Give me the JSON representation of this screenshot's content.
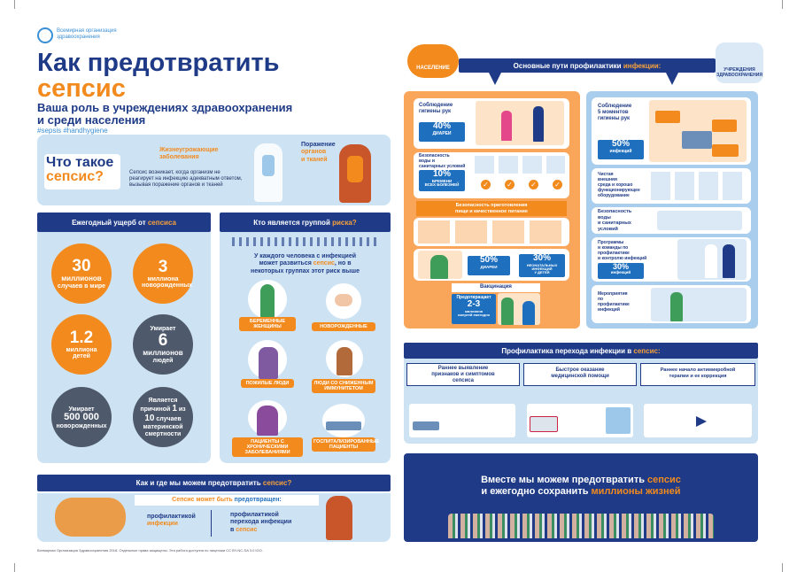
{
  "header": {
    "org_line1": "Всемирная организация",
    "org_line2": "здравоохранения",
    "title1": "Как предотвратить",
    "title2": "сепсис",
    "subtitle1": "Ваша роль в учреждениях здравоохранения",
    "subtitle2": "и среди населения",
    "hashtags": "#sepsis #handhygiene"
  },
  "what": {
    "title1": "Что такое",
    "title2": "сепсис?",
    "desc": "Сепсис возникает, когда организм не реагирует на инфекцию адекватным ответом, вызывая поражение органов и тканей",
    "life1": "Жизнеугрожающие",
    "life2": "заболевания",
    "organ1": "Поражение",
    "organ2": "органов",
    "organ3": "и тканей"
  },
  "damage": {
    "bar_pre": "Ежегодный ущерб от",
    "bar_hl": "сепсиса",
    "c1_big": "30",
    "c1_mid": "миллионов",
    "c1_small": "случаев в мире",
    "c2_big": "3",
    "c2_small": "миллиона новорожденных",
    "c3_big": "1.2",
    "c3_small": "миллиона детей",
    "c4_top": "Умирает",
    "c4_big": "6",
    "c4_mid": "миллионов",
    "c4_small": "людей",
    "c5_top": "Умирает",
    "c5_big": "500 000",
    "c5_small": "новорожденных",
    "c6_l1": "Является",
    "c6_l2": "причиной",
    "c6_n1": "1",
    "c6_iz": "из",
    "c6_n2": "10",
    "c6_l3": "случаев",
    "c6_l4": "материнской",
    "c6_l5": "смертности"
  },
  "risk": {
    "bar_pre": "Кто является группой",
    "bar_hl": "риска?",
    "intro1": "У каждого человека с инфекцией",
    "intro2_pre": "может развиться",
    "intro2_hl": "сепсис",
    "intro2_post": ", но в",
    "intro3": "некоторых группах этот риск выше",
    "g1": "БЕРЕМЕННЫЕ ЖЕНЩИНЫ",
    "g2": "НОВОРОЖДЕННЫЕ",
    "g3": "ПОЖИЛЫЕ ЛЮДИ",
    "g4": "ЛЮДИ СО СНИЖЕННЫМ ИММУНИТЕТОМ",
    "g5": "ПАЦИЕНТЫ С ХРОНИЧЕСКИМИ ЗАБОЛЕВАНИЯМИ",
    "g6": "ГОСПИТАЛИЗИРОВАННЫЕ ПАЦИЕНТЫ"
  },
  "howwhere": {
    "bar_pre": "Как и где мы можем предотвратить",
    "bar_hl": "сепсис?",
    "can_pre": "Сепсис может быть",
    "can_hl": "предотвращен:",
    "p1_a": "профилактикой",
    "p1_b": "инфекции",
    "p2_a": "профилактикой",
    "p2_b": "перехода инфекции",
    "p2_c": "в",
    "p2_d": "сепсис"
  },
  "footer": "Всемирная Организация Здравоохранения 2018. Отдельные права защищены. Эта работа доступна по лицензии CC BY-NC-SA 3.0 IGO.",
  "routes": {
    "population": "НАСЕЛЕНИЕ",
    "bar_pre": "Основные пути профилактики",
    "bar_hl": "инфекции:",
    "facilities1": "УЧРЕЖДЕНИЯ",
    "facilities2": "ЗДРАВООХРАНЕНИЯ"
  },
  "pop": {
    "hyg1": "Соблюдение",
    "hyg2": "гигиены рук",
    "s1_big": "40%",
    "s1_small": "ДИАРЕИ",
    "water1": "Безопасность",
    "water2": "воды и",
    "water3": "санитарных условий",
    "s2_big": "10%",
    "s2_small1": "БРЕМЕНИ",
    "s2_small2": "ВСЕХ БОЛЕЗНЕЙ",
    "food1": "Безопасность приготовления",
    "food2": "пищи и качественное питание",
    "s3_big": "50%",
    "s3_small": "ДИАРЕИ",
    "s4_big": "30%",
    "s4_small1": "НЕОНАТАЛЬНЫХ",
    "s4_small2": "ИНФЕКЦИЙ",
    "s4_small3": "У ДЕТЕЙ",
    "vacc": "Вакцинация",
    "vacc_pre": "Предотвращает",
    "vacc_big": "2-3",
    "vacc_small1": "миллиона",
    "vacc_small2": "смертей ежегодно"
  },
  "fac": {
    "m1": "Соблюдение",
    "m2": "5 моментов",
    "m3": "гигиены рук",
    "s1_big": "50%",
    "s1_small": "инфекций",
    "env1": "Чистая",
    "env2": "внешняя",
    "env3": "среда и хорошо",
    "env4": "функционирующее",
    "env5": "оборудование",
    "water1": "Безопасность",
    "water2": "воды",
    "water3": "и санитарных",
    "water4": "условий",
    "prog1": "Программы",
    "prog2": "и команды по",
    "prog3": "профилактике",
    "prog4": "и контролю инфекций",
    "s2_big": "30%",
    "s2_small": "инфекций",
    "meas1": "Мероприятия",
    "meas2": "по",
    "meas3": "профилактике",
    "meas4": "инфекций"
  },
  "transition": {
    "bar_pre": "Профилактика перехода инфекции в",
    "bar_hl": "сепсис:",
    "c1a": "Раннее выявление",
    "c1b": "признаков и симптомов",
    "c1c": "сепсиса",
    "c2a": "Быстрое оказание",
    "c2b": "медицинской помощи",
    "c3a": "Раннее начало антимикробной",
    "c3b": "терапии и ее коррекция"
  },
  "together": {
    "l1_pre": "Вместе мы можем предотвратить",
    "l1_hl": "сепсис",
    "l2_pre": "и ежегодно сохранить",
    "l2_hl": "миллионы жизней"
  },
  "colors": {
    "navy": "#1f3b87",
    "orange": "#f28a1e",
    "lightblue": "#cde3f3"
  }
}
